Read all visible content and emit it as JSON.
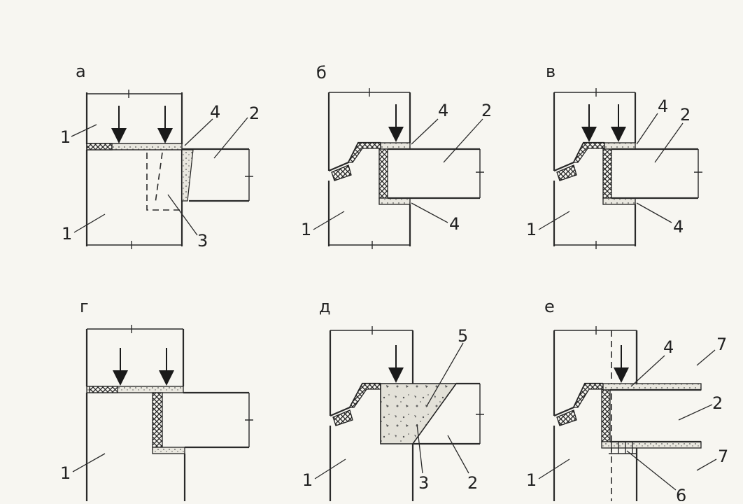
{
  "panels": [
    {
      "letter": "а",
      "labels": [
        "1",
        "1",
        "2",
        "3",
        "4"
      ]
    },
    {
      "letter": "б",
      "labels": [
        "1",
        "2",
        "4",
        "4"
      ]
    },
    {
      "letter": "в",
      "labels": [
        "1",
        "2",
        "4",
        "4"
      ]
    },
    {
      "letter": "г",
      "labels": [
        "1"
      ]
    },
    {
      "letter": "д",
      "labels": [
        "1",
        "2",
        "3",
        "5"
      ]
    },
    {
      "letter": "е",
      "labels": [
        "1",
        "2",
        "4",
        "6",
        "7",
        "7"
      ]
    }
  ]
}
